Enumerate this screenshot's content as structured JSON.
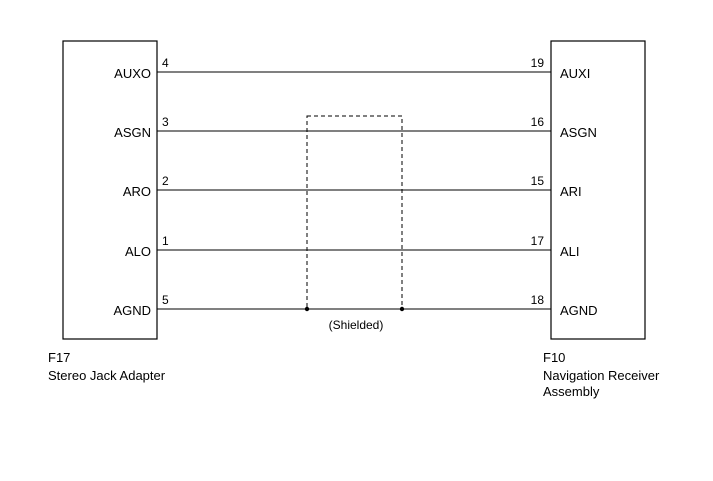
{
  "left_component": {
    "id": "F17",
    "name_lines": [
      "Stereo Jack Adapter"
    ]
  },
  "right_component": {
    "id": "F10",
    "name_lines": [
      "Navigation Receiver",
      "Assembly"
    ]
  },
  "wires": [
    {
      "left_signal": "AUXO",
      "left_pin": "4",
      "right_pin": "19",
      "right_signal": "AUXI",
      "shielded": false
    },
    {
      "left_signal": "ASGN",
      "left_pin": "3",
      "right_pin": "16",
      "right_signal": "ASGN",
      "shielded": true
    },
    {
      "left_signal": "ARO",
      "left_pin": "2",
      "right_pin": "15",
      "right_signal": "ARI",
      "shielded": true
    },
    {
      "left_signal": "ALO",
      "left_pin": "1",
      "right_pin": "17",
      "right_signal": "ALI",
      "shielded": true
    },
    {
      "left_signal": "AGND",
      "left_pin": "5",
      "right_pin": "18",
      "right_signal": "AGND",
      "shielded": false
    }
  ],
  "shield": {
    "label": "(Shielded)"
  },
  "colors": {
    "line": "#000000",
    "background": "#ffffff"
  }
}
